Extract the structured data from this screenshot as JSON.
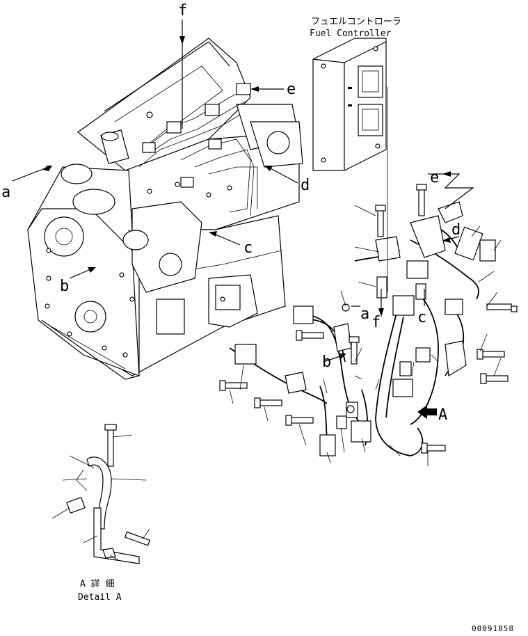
{
  "controller": {
    "label_jp": "フュエルコントローラ",
    "label_en": "Fuel Controller"
  },
  "callouts": {
    "a": "a",
    "b": "b",
    "c": "c",
    "d": "d",
    "e": "e",
    "f": "f",
    "A": "A"
  },
  "detail": {
    "label_jp": "A 詳 細",
    "label_en": "Detail A"
  },
  "drawing_number": "00091858"
}
